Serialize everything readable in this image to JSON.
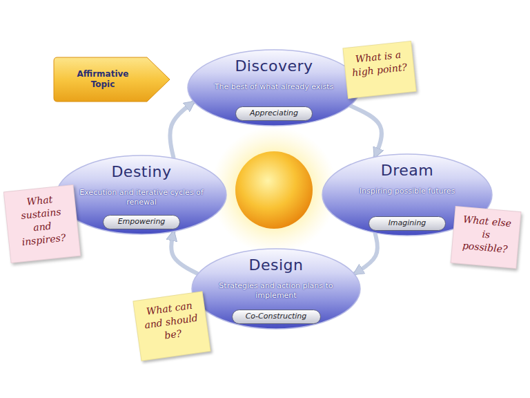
{
  "diagram": {
    "nodes": [
      {
        "text": [
          "Affirmative Topic"
        ]
      },
      {
        "text": [
          "Discovery",
          "The best of what already exists"
        ]
      },
      {
        "text": [
          "Appreciating"
        ],
        "in": 1
      },
      {
        "text": [
          "What is a high point?"
        ]
      },
      {
        "text": [
          "Destiny",
          "Execution and iterative cycles of renewal"
        ]
      },
      {
        "text": [
          "Empowering"
        ],
        "in": 4
      },
      {
        "text": [
          "What sustains and inspires?"
        ]
      },
      {
        "text": [
          "Dream",
          "Inspiring possible futures"
        ]
      },
      {
        "text": [
          "Imagining"
        ],
        "in": 7
      },
      {
        "text": [
          "What else is possible?"
        ]
      },
      {
        "text": [
          "Design",
          "Strategies and action plans to implement"
        ]
      },
      {
        "text": [
          "Co-Constructing"
        ],
        "in": 10
      },
      {
        "text": [
          "What can and should be?"
        ]
      }
    ],
    "edges": [
      {
        "from": 1,
        "to": 7,
        "arrow": "to"
      },
      {
        "from": 7,
        "to": 10,
        "arrow": "to"
      },
      {
        "from": 10,
        "to": 4,
        "arrow": "to"
      },
      {
        "from": 4,
        "to": 1,
        "arrow": "to"
      }
    ]
  }
}
